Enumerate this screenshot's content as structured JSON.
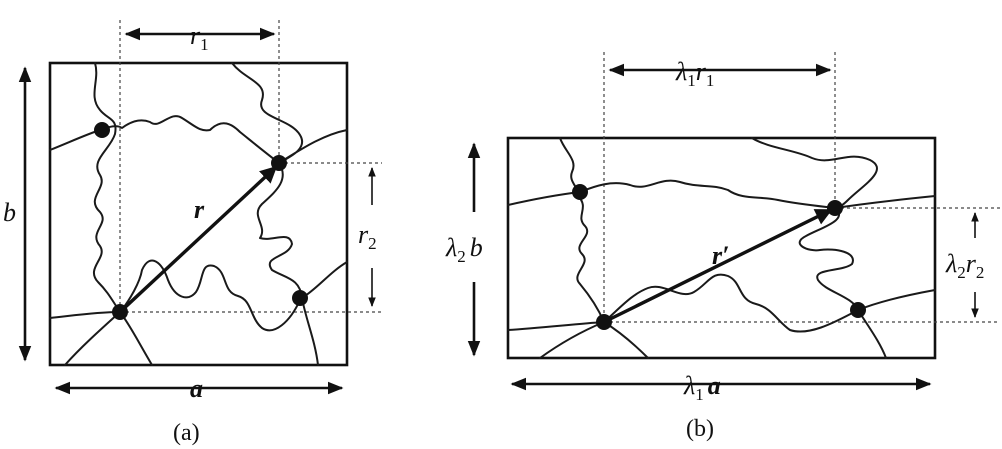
{
  "panel_a": {
    "caption": "(a)",
    "label_r1": "r",
    "label_r1_sub": "1",
    "label_r2": "r",
    "label_r2_sub": "2",
    "label_b": "b",
    "label_a": "a",
    "label_r": "r"
  },
  "panel_b": {
    "caption": "(b)",
    "label_top_lambda": "λ",
    "label_top_lambda_sub": "1",
    "label_top_r": "r",
    "label_top_r_sub": "1",
    "label_left_lambda": "λ",
    "label_left_lambda_sub": "2",
    "label_left_b": "b",
    "label_right_lambda": "λ",
    "label_right_lambda_sub": "2",
    "label_right_r": "r",
    "label_right_r_sub": "2",
    "label_bottom_lambda": "λ",
    "label_bottom_lambda_sub": "1",
    "label_bottom_a": "a",
    "label_rprime": "r′"
  }
}
